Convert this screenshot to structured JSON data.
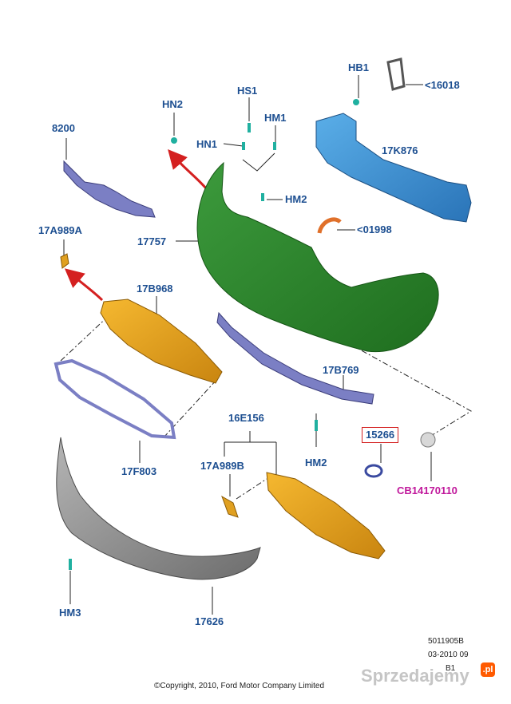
{
  "colors": {
    "label": "#1d4f91",
    "highlight_label": "#c0179b",
    "highlight_box": "#d42020",
    "bumper_cover": "#2e8b2e",
    "reinforcement": "#3a8fd4",
    "grille": "#e8a21a",
    "lower_panel": "#8a8a8a",
    "trim": "#7b7fc4",
    "arrow": "#d42020"
  },
  "labels": {
    "hb1": "HB1",
    "p16018": "<16018",
    "hs1": "HS1",
    "hn2": "HN2",
    "hm1": "HM1",
    "hn1": "HN1",
    "p8200": "8200",
    "p17k876": "17K876",
    "hm2_top": "HM2",
    "p01998": "<01998",
    "p17a989a": "17A989A",
    "p17757": "17757",
    "p17b968": "17B968",
    "p17b769": "17B769",
    "p16e156": "16E156",
    "p15266": "15266",
    "p17a989b": "17A989B",
    "hm2_bottom": "HM2",
    "p17f803": "17F803",
    "cb14170110": "CB14170110",
    "hm3": "HM3",
    "p17626": "17626"
  },
  "footer": {
    "code": "5011905B",
    "date": "03-2010 09",
    "rev": "B1",
    "copyright": "©Copyright, 2010, Ford Motor Company Limited"
  },
  "watermark": {
    "text": "Sprzedajemy",
    "badge": ".pl"
  }
}
